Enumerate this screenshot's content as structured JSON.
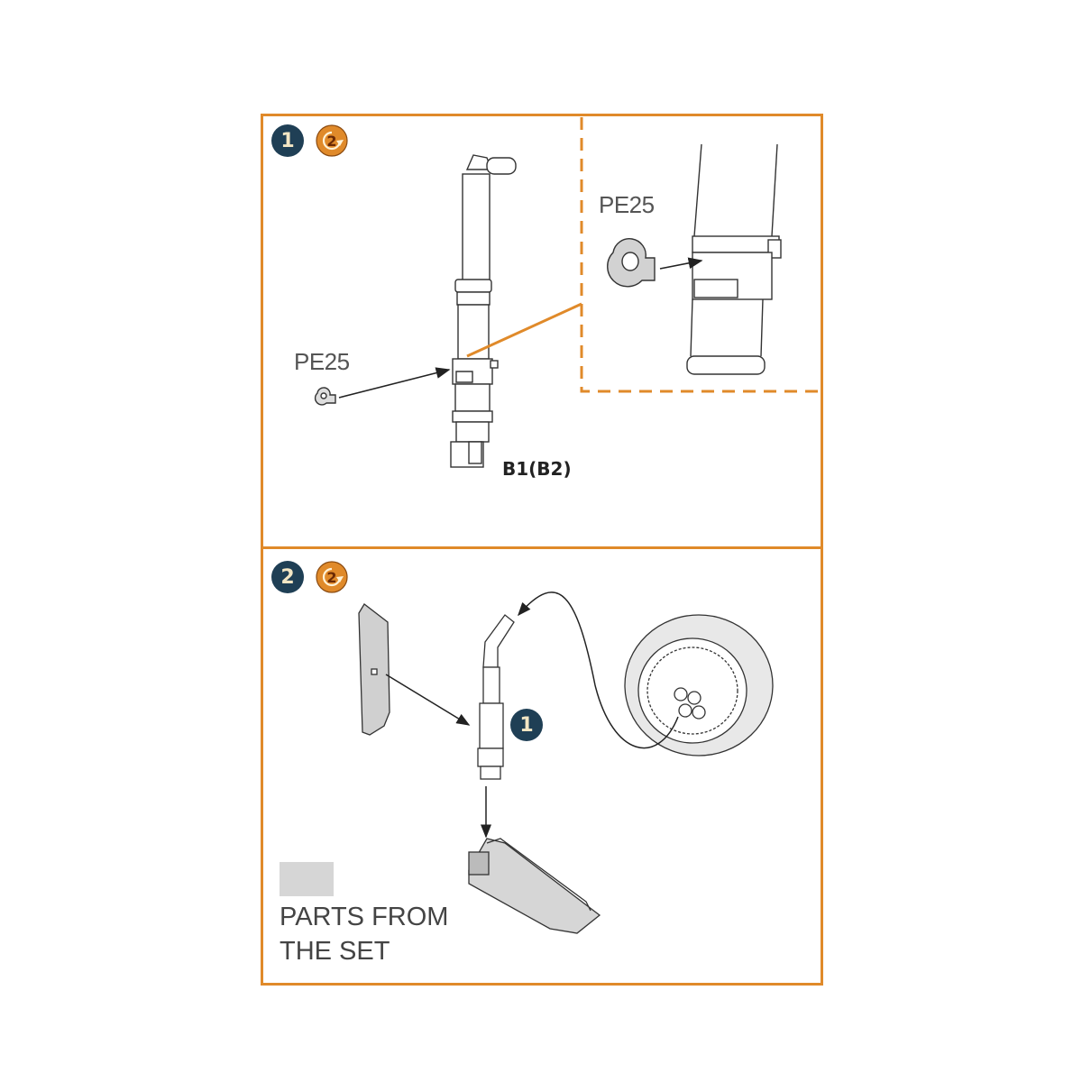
{
  "colors": {
    "frame": "#e08a2a",
    "badge": "#1f3f55",
    "badge_text": "#f3e6c4",
    "parts_from_set": "#d6d6d6"
  },
  "steps": [
    {
      "number": "1",
      "rotation_badge": "2",
      "rotation_icon": "rotate-copy-icon",
      "part_label": "PE25",
      "part_code": "B1(B2)",
      "detail_callout": {
        "part_label": "PE25"
      }
    },
    {
      "number": "2",
      "rotation_badge": "2",
      "rotation_icon": "rotate-copy-icon",
      "subassembly_ref": "1"
    }
  ],
  "legend": {
    "line1": "PARTS FROM",
    "line2": "THE SET"
  }
}
